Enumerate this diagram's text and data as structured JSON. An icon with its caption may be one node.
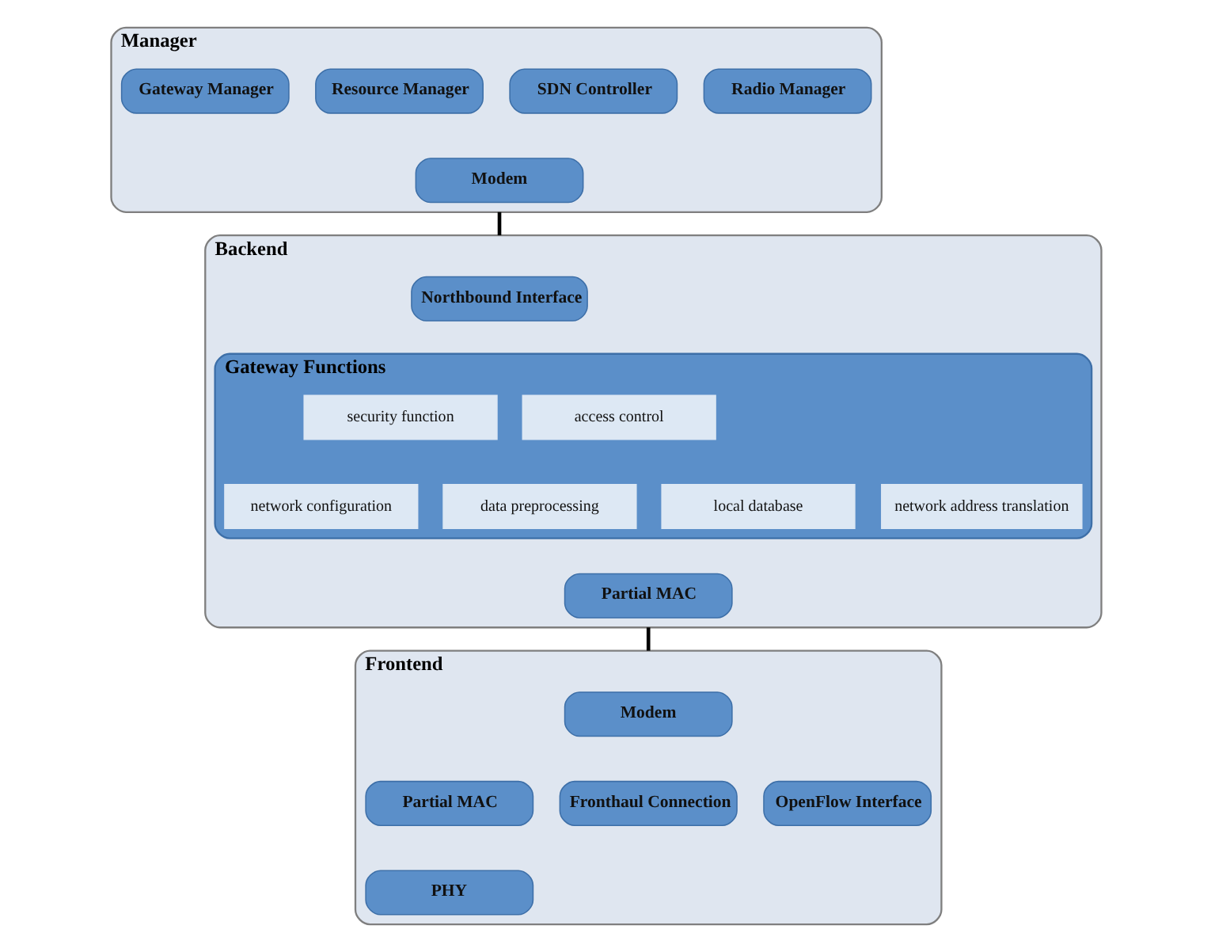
{
  "diagram": {
    "nodes": [
      {
        "text": [
          "Manager"
        ]
      },
      {
        "text": [
          "Gateway Manager"
        ],
        "in": 0
      },
      {
        "text": [
          "Resource Manager"
        ],
        "in": 0
      },
      {
        "text": [
          "SDN Controller"
        ],
        "in": 0
      },
      {
        "text": [
          "Radio Manager"
        ],
        "in": 0
      },
      {
        "text": [
          "Modem"
        ],
        "in": 0
      },
      {
        "text": [
          "Backend"
        ]
      },
      {
        "text": [
          "Northbound Interface"
        ],
        "in": 6
      },
      {
        "text": [
          "Gateway Functions"
        ],
        "in": 6
      },
      {
        "text": [
          "security function"
        ],
        "in": 8
      },
      {
        "text": [
          "access control"
        ],
        "in": 8
      },
      {
        "text": [
          "network configuration"
        ],
        "in": 8
      },
      {
        "text": [
          "data preprocessing"
        ],
        "in": 8
      },
      {
        "text": [
          "local database"
        ],
        "in": 8
      },
      {
        "text": [
          "network address translation"
        ],
        "in": 8
      },
      {
        "text": [
          "Partial MAC"
        ],
        "in": 6
      },
      {
        "text": [
          "Frontend"
        ]
      },
      {
        "text": [
          "Modem"
        ],
        "in": 16
      },
      {
        "text": [
          "Partial MAC"
        ],
        "in": 16
      },
      {
        "text": [
          "PHY"
        ],
        "in": 16
      },
      {
        "text": [
          "Fronthaul Connection"
        ],
        "in": 16
      },
      {
        "text": [
          "OpenFlow Interface"
        ],
        "in": 16
      }
    ],
    "edges": [
      {
        "from": 0,
        "to": 6,
        "arrow": "none"
      },
      {
        "from": 6,
        "to": 16,
        "arrow": "none"
      }
    ]
  }
}
